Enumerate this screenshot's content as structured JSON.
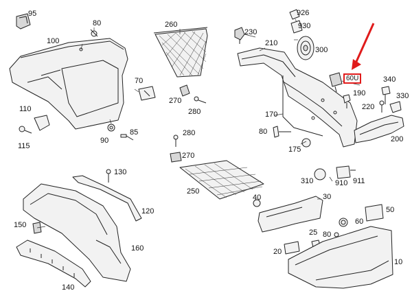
{
  "diagram": {
    "callouts": [
      {
        "id": "c95",
        "text": "95"
      },
      {
        "id": "c80a",
        "text": "80"
      },
      {
        "id": "c100",
        "text": "100"
      },
      {
        "id": "c260",
        "text": "260"
      },
      {
        "id": "c230",
        "text": "230"
      },
      {
        "id": "c926",
        "text": "926"
      },
      {
        "id": "c930",
        "text": "930"
      },
      {
        "id": "c210",
        "text": "210"
      },
      {
        "id": "c300",
        "text": "300"
      },
      {
        "id": "c60u",
        "text": "60U",
        "highlight": true
      },
      {
        "id": "c340",
        "text": "340"
      },
      {
        "id": "c190",
        "text": "190"
      },
      {
        "id": "c330",
        "text": "330"
      },
      {
        "id": "c220",
        "text": "220"
      },
      {
        "id": "c70",
        "text": "70"
      },
      {
        "id": "c270a",
        "text": "270"
      },
      {
        "id": "c280a",
        "text": "280"
      },
      {
        "id": "c110",
        "text": "110"
      },
      {
        "id": "c115",
        "text": "115"
      },
      {
        "id": "c90",
        "text": "90"
      },
      {
        "id": "c85",
        "text": "85"
      },
      {
        "id": "c170",
        "text": "170"
      },
      {
        "id": "c80b",
        "text": "80"
      },
      {
        "id": "c175",
        "text": "175"
      },
      {
        "id": "c200",
        "text": "200"
      },
      {
        "id": "c280b",
        "text": "280"
      },
      {
        "id": "c270b",
        "text": "270"
      },
      {
        "id": "c130",
        "text": "130"
      },
      {
        "id": "c250",
        "text": "250"
      },
      {
        "id": "c310",
        "text": "310"
      },
      {
        "id": "c910",
        "text": "910"
      },
      {
        "id": "c911",
        "text": "911"
      },
      {
        "id": "c40",
        "text": "40"
      },
      {
        "id": "c30",
        "text": "30"
      },
      {
        "id": "c120",
        "text": "120"
      },
      {
        "id": "c50",
        "text": "50"
      },
      {
        "id": "c150",
        "text": "150"
      },
      {
        "id": "c60",
        "text": "60"
      },
      {
        "id": "c25",
        "text": "25"
      },
      {
        "id": "c80c",
        "text": "80"
      },
      {
        "id": "c160",
        "text": "160"
      },
      {
        "id": "c20",
        "text": "20"
      },
      {
        "id": "c10",
        "text": "10"
      },
      {
        "id": "c140",
        "text": "140"
      }
    ],
    "colors": {
      "line": "#222222",
      "highlight": "#e01b1b",
      "arrow": "#e01b1b"
    }
  }
}
